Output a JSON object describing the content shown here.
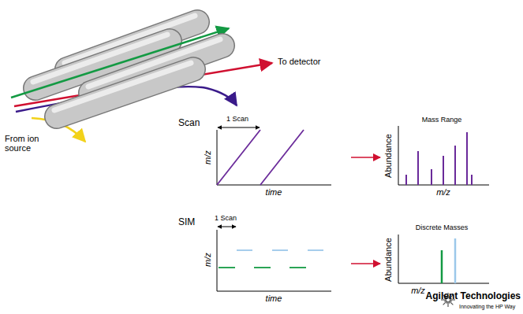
{
  "diagram": {
    "labels": [
      "To detector",
      "From ion source",
      "Scan",
      "1 Scan",
      "m/z",
      "time",
      "Mass Range",
      "Abundance",
      "m/z",
      "SIM",
      "1 Scan",
      "m/z",
      "time",
      "Discrete Masses",
      "Abundance",
      "m/z",
      "Agilent Technologies",
      "Innovating the HP Way"
    ]
  }
}
